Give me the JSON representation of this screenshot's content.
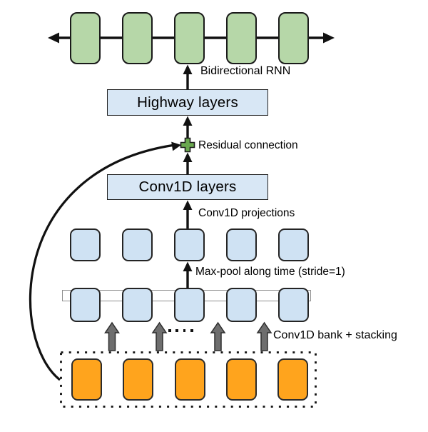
{
  "diagram": {
    "labels": {
      "bidirectional_rnn": "Bidirectional RNN",
      "highway_layers": "Highway layers",
      "residual_connection": "Residual connection",
      "conv1d_layers": "Conv1D layers",
      "conv1d_projections": "Conv1D projections",
      "max_pool": "Max-pool along time (stride=1)",
      "conv1d_bank": "Conv1D bank + stacking"
    },
    "colors": {
      "rnn_unit_green": "#b6d7a8",
      "feature_unit_blue": "#cfe2f3",
      "layer_box_blue": "#d8e7f5",
      "input_unit_orange": "#ffa41d",
      "bank_arrow_gray": "#6e6e6e",
      "residual_plus_green": "#6aa84f",
      "connector_black": "#111111"
    },
    "structure": {
      "rnn_units": 5,
      "projection_units": 5,
      "stacked_units": 5,
      "input_units": 5,
      "bank_arrows": 4,
      "ellipsis_dots": 4
    }
  }
}
